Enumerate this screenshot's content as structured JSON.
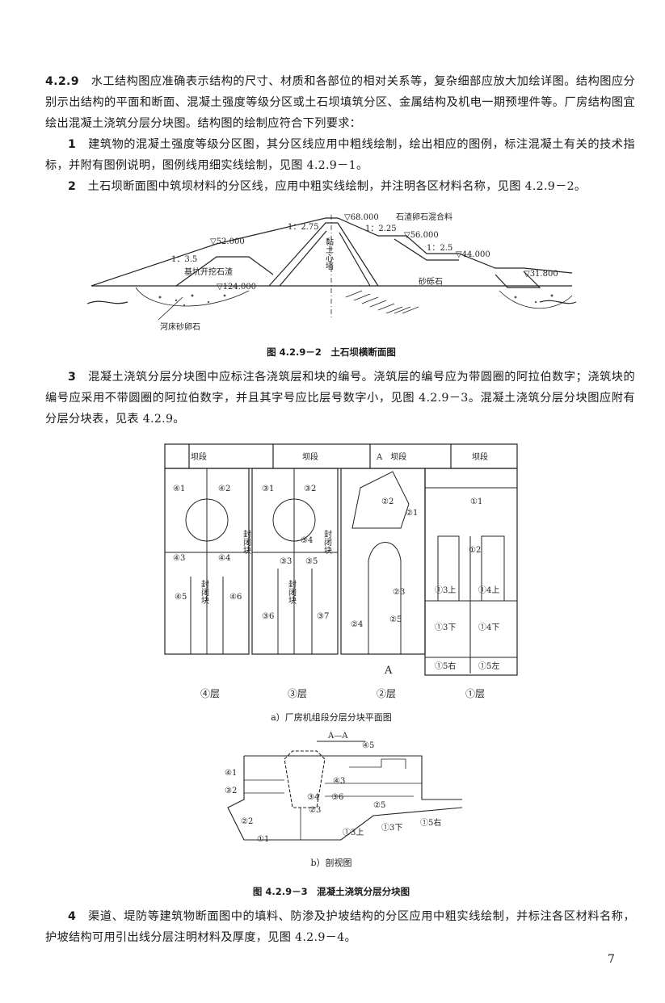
{
  "paragraphs": {
    "p1_num": "4.2.9",
    "p1": "水工结构图应准确表示结构的尺寸、材质和各部位的相对关系等，复杂细部应放大加绘详图。结构图应分别示出结构的平面和断面、混凝土强度等级分区或土石坝填筑分区、金属结构及机电一期预埋件等。厂房结构图宜绘出混凝土浇筑分层分块图。结构图的绘制应符合下列要求：",
    "p2_num": "1",
    "p2": "建筑物的混凝土强度等级分区图，其分区线应用中粗线绘制，绘出相应的图例，标注混凝土有关的技术指标，并附有图例说明，图例线用细实线绘制，见图 4.2.9－1。",
    "p3_num": "2",
    "p3": "土石坝断面图中筑坝材料的分区线，应用中粗实线绘制，并注明各区材料名称，见图 4.2.9－2。",
    "p4_num": "3",
    "p4": "混凝土浇筑分层分块图中应标注各浇筑层和块的编号。浇筑层的编号应为带圆圈的阿拉伯数字；浇筑块的编号应采用不带圆圈的阿拉伯数字，并且其字号应比层号数字小，见图 4.2.9－3。混凝土浇筑分层分块图应附有分层分块表，见表 4.2.9。",
    "p5_num": "4",
    "p5": "渠道、堤防等建筑物断面图中的填料、防渗及护坡结构的分区应用中粗实线绘制，并标注各区材料名称，护坡结构可用引出线分层注明材料及厚度，见图 4.2.9－4。"
  },
  "fig2": {
    "caption": "图 4.2.9－2　土石坝横断面图",
    "labels": {
      "slope_275": "1：2.75",
      "slope_35": "1：3.5",
      "slope_225": "1：2.25",
      "slope_25": "1：2.5",
      "el_68": "▽68.000",
      "el_52": "▽52.000",
      "el_56": "▽56.000",
      "el_44": "▽44.000",
      "el_318": "▽31.800",
      "el_124": "▽124.000",
      "mat_mix": "石渣卵石混合料",
      "mat_excav": "基坑开挖石渣",
      "mat_core": "黏土心墙",
      "mat_gravel": "砂砾石",
      "mat_riverbed": "河床砂卵石"
    }
  },
  "fig3": {
    "caption": "图 4.2.9－3　混凝土浇筑分层分块图",
    "sub_a": "a）厂房机组段分层分块平面图",
    "sub_b": "b）剖视图",
    "header": [
      "坝段",
      "坝段",
      "A　坝段",
      "坝段"
    ],
    "layers": [
      "④层",
      "③层",
      "②层",
      "①层"
    ],
    "blocks": {
      "b41": "④1",
      "b42": "④2",
      "b43": "④3",
      "b44": "④4",
      "b45": "④5",
      "b46": "④6",
      "b31": "③1",
      "b32": "③2",
      "b33": "③3",
      "b34": "③4",
      "b35": "③5",
      "b36": "③6",
      "b37": "③7",
      "b21": "②1",
      "b22": "②2",
      "b23": "②3",
      "b24": "②4",
      "b25": "②5",
      "b11": "①1",
      "b12": "①2",
      "b13u": "①3上",
      "b14u": "①4上",
      "b13d": "①3下",
      "b14d": "①4下",
      "b15r": "①5右",
      "b15l": "①5左"
    },
    "seal": "封闭块",
    "section_mark": "A",
    "section_title": "A—A",
    "section_labels": {
      "s45": "④5",
      "s41": "④1",
      "s32": "③2",
      "s22": "②2",
      "s11": "①1",
      "s43": "④3",
      "s34": "③4",
      "s36": "③6",
      "s23": "②3",
      "s25": "②5",
      "s13u": "①3上",
      "s13d": "①3下",
      "s15r": "①5右"
    }
  },
  "page_number": "7"
}
